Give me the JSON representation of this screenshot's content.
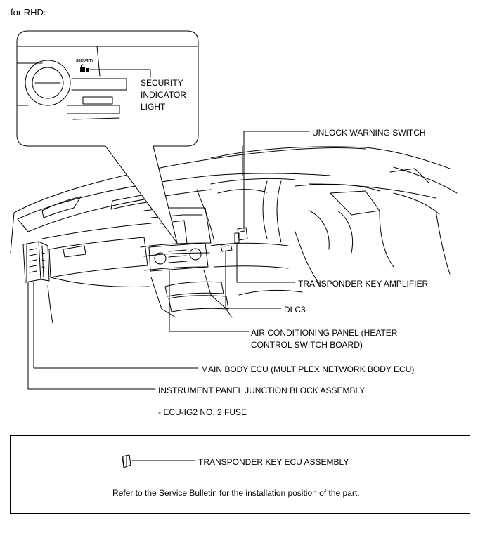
{
  "heading": "for RHD:",
  "callout": {
    "security_small_label": "SECURITY",
    "lines": [
      "SECURITY",
      "INDICATOR",
      "LIGHT"
    ]
  },
  "labels": {
    "unlock_warning_switch": "UNLOCK WARNING SWITCH",
    "transponder_key_amplifier": "TRANSPONDER KEY AMPLIFIER",
    "dlc3": "DLC3",
    "air_conditioning_panel_line1": "AIR CONDITIONING PANEL (HEATER",
    "air_conditioning_panel_line2": "CONTROL SWITCH BOARD)",
    "main_body_ecu": "MAIN BODY ECU (MULTIPLEX NETWORK BODY ECU)",
    "instrument_panel_junction_block": "INSTRUMENT PANEL JUNCTION BLOCK ASSEMBLY",
    "ecu_ig2_fuse": "- ECU-IG2 NO. 2 FUSE"
  },
  "legend": {
    "transponder_key_ecu": "TRANSPONDER KEY ECU ASSEMBLY",
    "note": "Refer to the Service Bulletin for the installation position of the part."
  }
}
